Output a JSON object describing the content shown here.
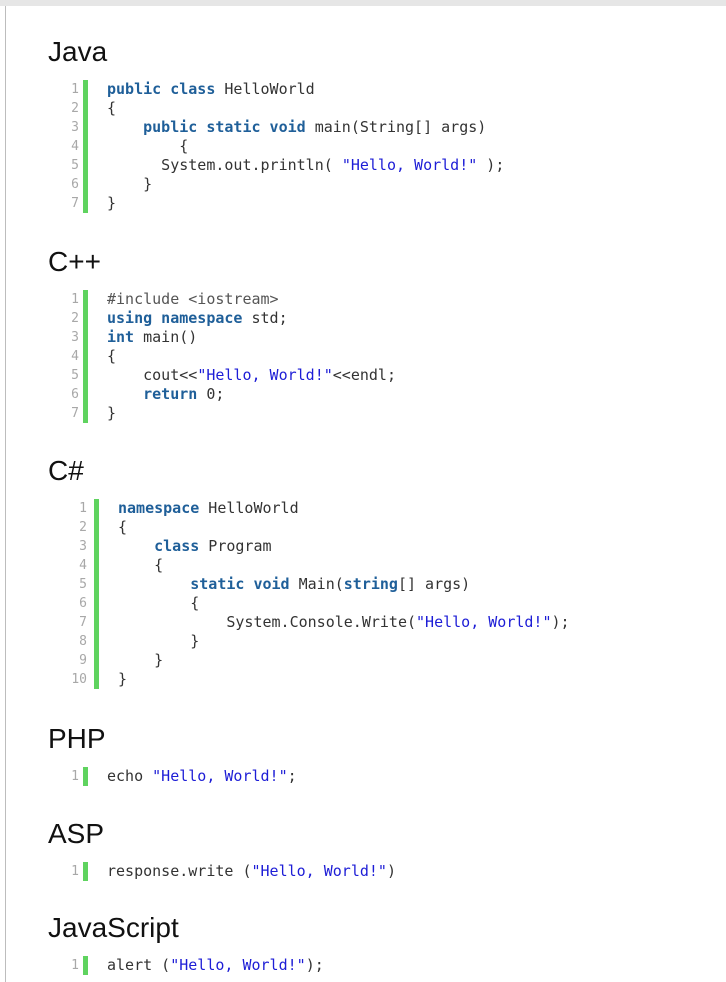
{
  "sections": [
    {
      "id": "java",
      "title": "Java",
      "lines": [
        {
          "n": "1",
          "tokens": [
            {
              "t": "kw",
              "v": "public class"
            },
            {
              "t": "plain",
              "v": " HelloWorld"
            }
          ]
        },
        {
          "n": "2",
          "tokens": [
            {
              "t": "plain",
              "v": "{"
            }
          ]
        },
        {
          "n": "3",
          "tokens": [
            {
              "t": "plain",
              "v": "    "
            },
            {
              "t": "kw",
              "v": "public static void"
            },
            {
              "t": "plain",
              "v": " main(String[] args)"
            }
          ]
        },
        {
          "n": "4",
          "tokens": [
            {
              "t": "plain",
              "v": "        {"
            }
          ]
        },
        {
          "n": "5",
          "tokens": [
            {
              "t": "plain",
              "v": "      System.out.println( "
            },
            {
              "t": "str",
              "v": "\"Hello, World!\""
            },
            {
              "t": "plain",
              "v": " );"
            }
          ]
        },
        {
          "n": "6",
          "tokens": [
            {
              "t": "plain",
              "v": "    }"
            }
          ]
        },
        {
          "n": "7",
          "tokens": [
            {
              "t": "plain",
              "v": "}"
            }
          ]
        }
      ]
    },
    {
      "id": "cpp",
      "title": "C++",
      "lines": [
        {
          "n": "1",
          "tokens": [
            {
              "t": "pre",
              "v": "#include <iostream>"
            }
          ]
        },
        {
          "n": "2",
          "tokens": [
            {
              "t": "kw",
              "v": "using namespace"
            },
            {
              "t": "plain",
              "v": " std;"
            }
          ]
        },
        {
          "n": "3",
          "tokens": [
            {
              "t": "kw",
              "v": "int"
            },
            {
              "t": "plain",
              "v": " main()"
            }
          ]
        },
        {
          "n": "4",
          "tokens": [
            {
              "t": "plain",
              "v": "{"
            }
          ]
        },
        {
          "n": "5",
          "tokens": [
            {
              "t": "plain",
              "v": "    cout<<"
            },
            {
              "t": "str",
              "v": "\"Hello, World!\""
            },
            {
              "t": "plain",
              "v": "<<endl;"
            }
          ]
        },
        {
          "n": "6",
          "tokens": [
            {
              "t": "plain",
              "v": "    "
            },
            {
              "t": "kw",
              "v": "return"
            },
            {
              "t": "plain",
              "v": " 0;"
            }
          ]
        },
        {
          "n": "7",
          "tokens": [
            {
              "t": "plain",
              "v": "}"
            }
          ]
        }
      ]
    },
    {
      "id": "csharp",
      "title": "C#",
      "lines": [
        {
          "n": "1",
          "tokens": [
            {
              "t": "kw",
              "v": "namespace"
            },
            {
              "t": "plain",
              "v": " HelloWorld"
            }
          ]
        },
        {
          "n": "2",
          "tokens": [
            {
              "t": "plain",
              "v": "{"
            }
          ]
        },
        {
          "n": "3",
          "tokens": [
            {
              "t": "plain",
              "v": "    "
            },
            {
              "t": "kw",
              "v": "class"
            },
            {
              "t": "plain",
              "v": " Program"
            }
          ]
        },
        {
          "n": "4",
          "tokens": [
            {
              "t": "plain",
              "v": "    {"
            }
          ]
        },
        {
          "n": "5",
          "tokens": [
            {
              "t": "plain",
              "v": "        "
            },
            {
              "t": "kw",
              "v": "static void"
            },
            {
              "t": "plain",
              "v": " Main("
            },
            {
              "t": "kw",
              "v": "string"
            },
            {
              "t": "plain",
              "v": "[] args)"
            }
          ]
        },
        {
          "n": "6",
          "tokens": [
            {
              "t": "plain",
              "v": "        {"
            }
          ]
        },
        {
          "n": "7",
          "tokens": [
            {
              "t": "plain",
              "v": "            System.Console.Write("
            },
            {
              "t": "str",
              "v": "\"Hello, World!\""
            },
            {
              "t": "plain",
              "v": ");"
            }
          ]
        },
        {
          "n": "8",
          "tokens": [
            {
              "t": "plain",
              "v": "        }"
            }
          ]
        },
        {
          "n": "9",
          "tokens": [
            {
              "t": "plain",
              "v": "    }"
            }
          ]
        },
        {
          "n": "10",
          "tokens": [
            {
              "t": "plain",
              "v": "}"
            }
          ]
        }
      ]
    },
    {
      "id": "php",
      "title": "PHP",
      "lines": [
        {
          "n": "1",
          "tokens": [
            {
              "t": "plain",
              "v": "echo "
            },
            {
              "t": "str",
              "v": "\"Hello, World!\""
            },
            {
              "t": "plain",
              "v": ";"
            }
          ]
        }
      ]
    },
    {
      "id": "asp",
      "title": "ASP",
      "lines": [
        {
          "n": "1",
          "tokens": [
            {
              "t": "plain",
              "v": "response.write ("
            },
            {
              "t": "str",
              "v": "\"Hello, World!\""
            },
            {
              "t": "plain",
              "v": ")"
            }
          ]
        }
      ]
    },
    {
      "id": "javascript",
      "title": "JavaScript",
      "lines": [
        {
          "n": "1",
          "tokens": [
            {
              "t": "plain",
              "v": "alert ("
            },
            {
              "t": "str",
              "v": "\"Hello, World!\""
            },
            {
              "t": "plain",
              "v": ");"
            }
          ]
        }
      ]
    }
  ],
  "colors": {
    "keyword": "#1f5f99",
    "string": "#1d1dd6",
    "plain": "#333333",
    "line_number": "#a8a8a8",
    "gutter_bar": "#5fd35f"
  }
}
